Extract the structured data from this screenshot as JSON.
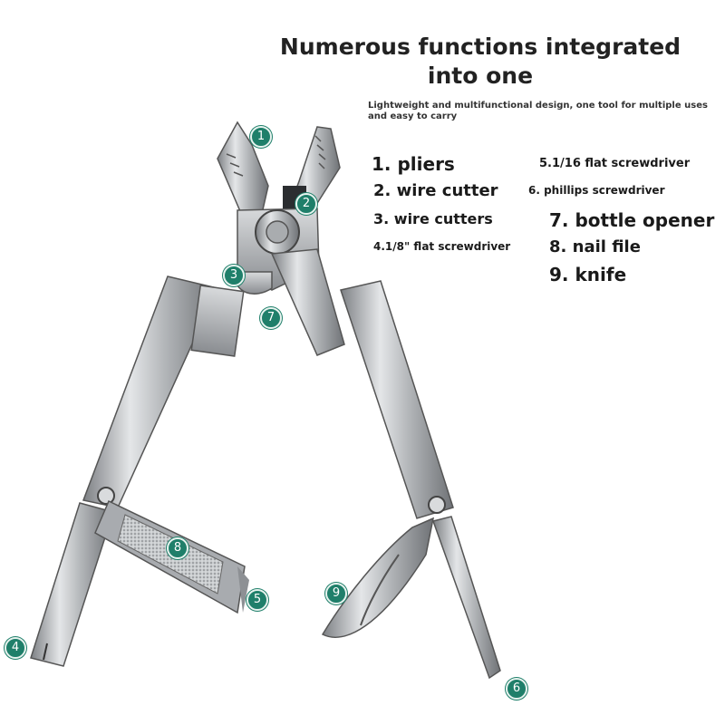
{
  "heading": {
    "title": "Numerous functions integrated into one",
    "subtitle": "Lightweight and multifunctional design, one tool for multiple uses and easy to carry"
  },
  "functions": [
    "1. pliers",
    "2. wire cutter",
    "3. wire cutters",
    "4.1/8\" flat screwdriver",
    "5.1/16 flat screwdriver",
    "6. phillips screwdriver",
    "7. bottle opener",
    "8. nail file",
    "9. knife"
  ],
  "badges": [
    "1",
    "2",
    "3",
    "4",
    "5",
    "6",
    "7",
    "8",
    "9"
  ],
  "colors": {
    "badge": "#1f7f6a",
    "steel": "#b9bcbf"
  }
}
